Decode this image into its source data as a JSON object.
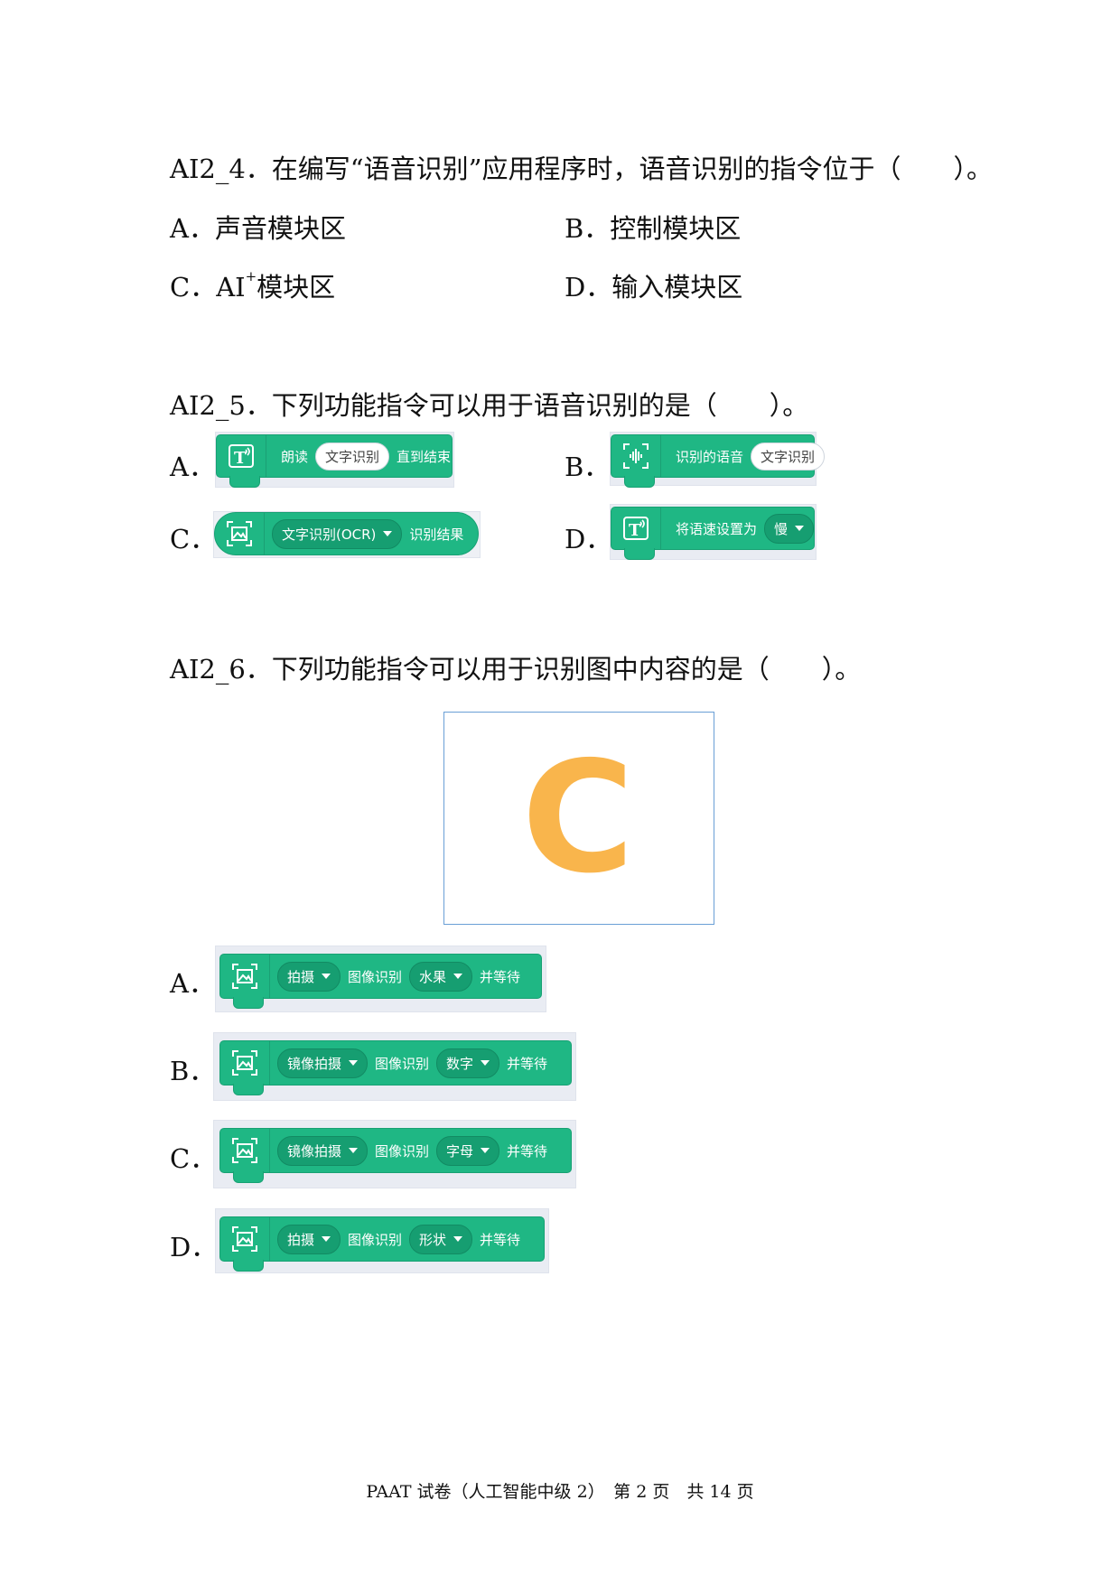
{
  "q4": {
    "stem": "AI2_4．在编写“语音识别”应用程序时，语音识别的指令位于（　　）。",
    "options": {
      "a": "A．声音模块区",
      "b": "B．控制模块区",
      "c_prefix": "C．AI",
      "c_sup": "+",
      "c_suffix": "模块区",
      "d": "D．输入模块区"
    }
  },
  "q5": {
    "stem": "AI2_5．下列功能指令可以用于语音识别的是（　　）。",
    "letters": {
      "a": "A．",
      "b": "B．",
      "c": "C．",
      "d": "D．"
    },
    "block_a": {
      "label1": "朗读",
      "input": "文字识别",
      "label2": "直到结束",
      "icon": "text-to-speech-icon"
    },
    "block_b": {
      "label1": "识别的语音",
      "input": "文字识别",
      "icon": "voice-recognition-icon"
    },
    "block_c": {
      "dropdown": "文字识别(OCR)",
      "label1": "识别结果",
      "icon": "image-recognition-icon"
    },
    "block_d": {
      "label1": "将语速设置为",
      "dropdown": "慢",
      "icon": "text-to-speech-icon"
    }
  },
  "q6": {
    "stem": "AI2_6．下列功能指令可以用于识别图中内容的是（　　）。",
    "image": {
      "letter": "C",
      "letter_color": "#f9b54c"
    },
    "letters": {
      "a": "A．",
      "b": "B．",
      "c": "C．",
      "d": "D．"
    },
    "block_a": {
      "mode": "拍摄",
      "label1": "图像识别",
      "category": "水果",
      "label2": "并等待"
    },
    "block_b": {
      "mode": "镜像拍摄",
      "label1": "图像识别",
      "category": "数字",
      "label2": "并等待"
    },
    "block_c": {
      "mode": "镜像拍摄",
      "label1": "图像识别",
      "category": "字母",
      "label2": "并等待"
    },
    "block_d": {
      "mode": "拍摄",
      "label1": "图像识别",
      "category": "形状",
      "label2": "并等待"
    }
  },
  "colors": {
    "block_green": "#1fb784",
    "block_bg": "#e9ecf3"
  },
  "footer": "PAAT 试卷（人工智能中级 2）　第  2  页　共  14  页"
}
